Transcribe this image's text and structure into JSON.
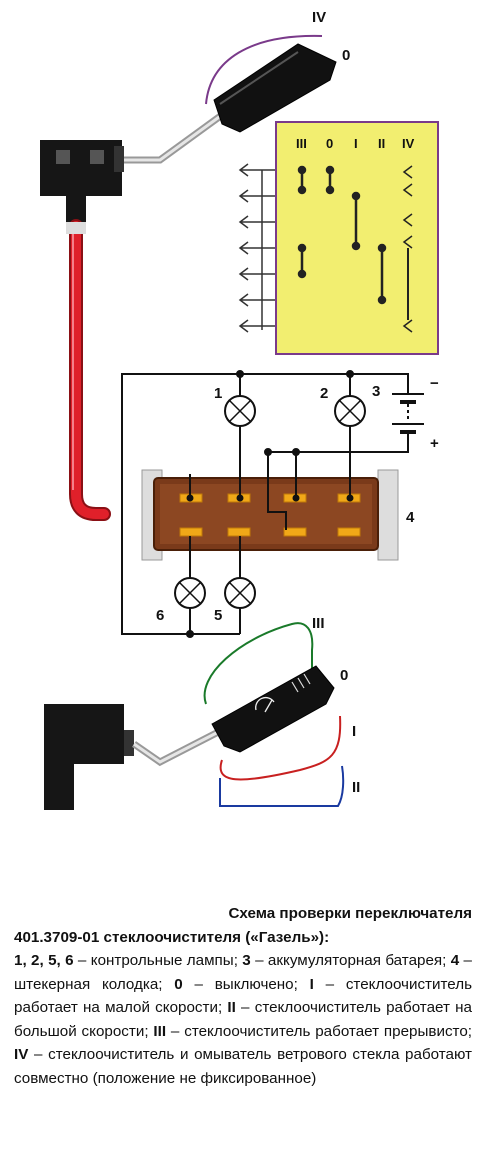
{
  "diagram": {
    "top_lever_position_labels": [
      "IV",
      "0"
    ],
    "switch_table_headers": [
      "III",
      "0",
      "I",
      "II",
      "IV"
    ],
    "lamp_labels": [
      "1",
      "2",
      "5",
      "6"
    ],
    "battery_label": "3",
    "battery_minus": "−",
    "battery_plus": "+",
    "connector_label": "4",
    "bottom_lever_position_labels": [
      "III",
      "0",
      "I",
      "II"
    ]
  },
  "caption": {
    "title_line1": "Схема проверки переключателя",
    "title_line2": "401.3709-01 стеклоочистителя («Газель»):",
    "items": [
      {
        "key": "1, 2, 5, 6",
        "text": " – контрольные лампы; "
      },
      {
        "key": "3",
        "text": " – аккумуляторная батарея; "
      },
      {
        "key": "4",
        "text": " – штекерная колодка; "
      },
      {
        "key": "0",
        "text": " – выключено; "
      },
      {
        "key": "I",
        "text": " – стеклоочиститель работает на малой скорости; "
      },
      {
        "key": "II",
        "text": " – стеклоочиститель работает на большой скорости; "
      },
      {
        "key": "III",
        "text": " – стеклоочиститель работает прерывисто; "
      },
      {
        "key": "IV",
        "text": " – стеклоочиститель и омыватель ветрового стекла работают совместно (положение не фиксированное)"
      }
    ]
  },
  "colors": {
    "cable_red": "#e0202a",
    "table_yellow": "#f2ee70",
    "table_border": "#7a3a8a",
    "connector_brown": "#7a3a1a",
    "connector_pin": "#f0a818",
    "pos_III_green": "#1a7a2a",
    "pos_IV_purple": "#7a3a8a",
    "pos_I_red": "#c82020",
    "pos_II_blue": "#1a3aa0"
  }
}
